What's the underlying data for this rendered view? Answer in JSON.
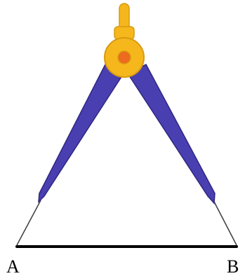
{
  "diagram": {
    "points": [
      {
        "id": "A",
        "label": "A"
      },
      {
        "id": "B",
        "label": "B"
      }
    ],
    "colors": {
      "leg_fill": "#4a3fb0",
      "leg_stroke": "#2e2780",
      "head_fill": "#f5b71c",
      "head_stroke": "#d89a10",
      "pivot_fill": "#ee6a1f",
      "segment": "#000000",
      "needle_line": "#444444"
    },
    "icons": {
      "compass": "drawing-compass-icon"
    }
  }
}
